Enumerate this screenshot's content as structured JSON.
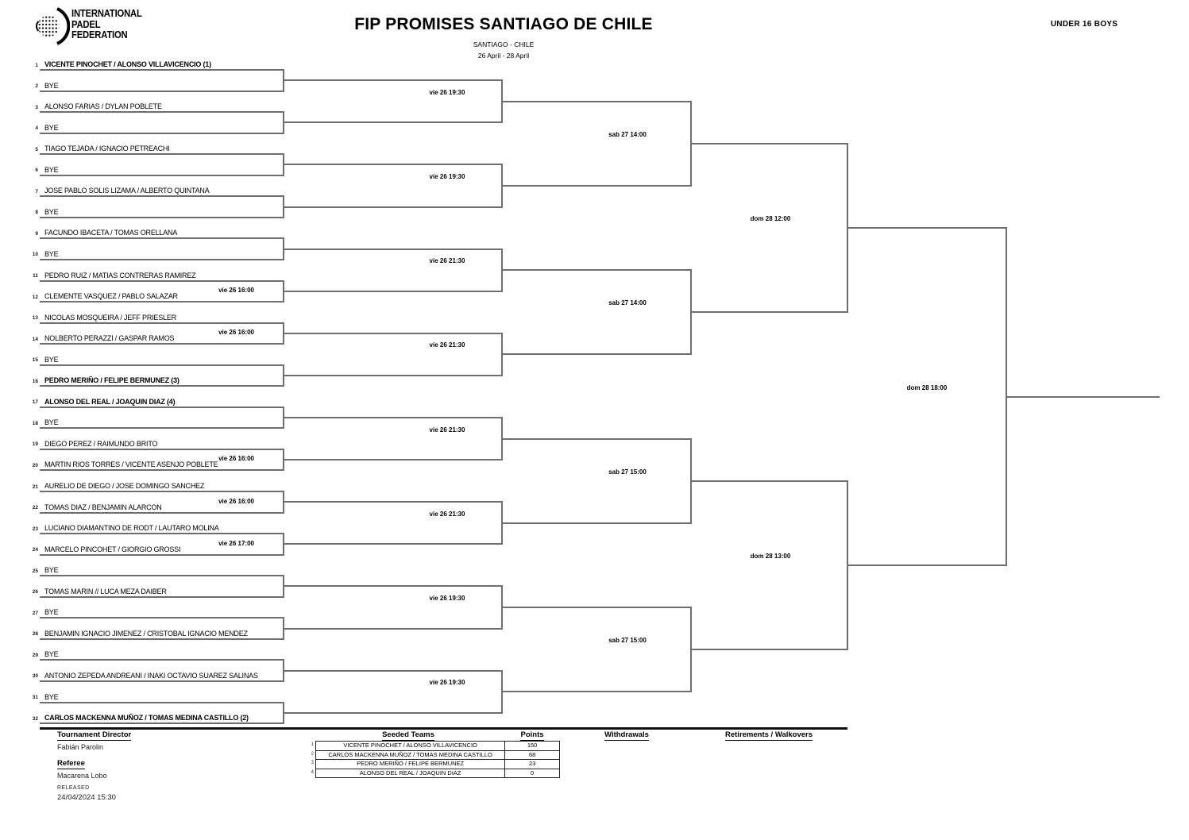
{
  "header": {
    "logo": {
      "icon": "padel-ball-icon",
      "lines": [
        "INTERNATIONAL",
        "PADEL",
        "FEDERATION"
      ]
    },
    "title": "FIP PROMISES SANTIAGO DE CHILE",
    "subtitle": "SANTIAGO - CHILE",
    "dates": "26 April - 28 April",
    "category": "UNDER 16 BOYS"
  },
  "bracket": {
    "entries": [
      {
        "n": 1,
        "name": "VICENTE PINOCHET / ALONSO VILLAVICENCIO (1)",
        "bold": true
      },
      {
        "n": 2,
        "name": "BYE",
        "bold": false
      },
      {
        "n": 3,
        "name": "ALONSO FARIAS / DYLAN POBLETE",
        "bold": false
      },
      {
        "n": 4,
        "name": "BYE",
        "bold": false
      },
      {
        "n": 5,
        "name": "TIAGO TEJADA / IGNACIO PETREACHI",
        "bold": false
      },
      {
        "n": 6,
        "name": "BYE",
        "bold": false
      },
      {
        "n": 7,
        "name": "JOSE PABLO SOLIS LIZAMA / ALBERTO QUINTANA",
        "bold": false
      },
      {
        "n": 8,
        "name": "BYE",
        "bold": false
      },
      {
        "n": 9,
        "name": "FACUNDO IBACETA / TOMAS ORELLANA",
        "bold": false
      },
      {
        "n": 10,
        "name": "BYE",
        "bold": false
      },
      {
        "n": 11,
        "name": "PEDRO RUIZ / MATIAS CONTRERAS RAMIREZ",
        "bold": false
      },
      {
        "n": 12,
        "name": "CLEMENTE VASQUEZ / PABLO SALAZAR",
        "bold": false
      },
      {
        "n": 13,
        "name": "NICOLAS MOSQUEIRA / JEFF PRIESLER",
        "bold": false
      },
      {
        "n": 14,
        "name": "NOLBERTO PERAZZI / GASPAR RAMOS",
        "bold": false
      },
      {
        "n": 15,
        "name": "BYE",
        "bold": false
      },
      {
        "n": 16,
        "name": "PEDRO MERIÑO / FELIPE BERMUNEZ (3)",
        "bold": true
      },
      {
        "n": 17,
        "name": "ALONSO DEL REAL / JOAQUIN DIAZ (4)",
        "bold": true
      },
      {
        "n": 18,
        "name": "BYE",
        "bold": false
      },
      {
        "n": 19,
        "name": "DIEGO PEREZ / RAIMUNDO BRITO",
        "bold": false
      },
      {
        "n": 20,
        "name": "MARTIN RIOS TORRES / VICENTE ASENJO POBLETE",
        "bold": false
      },
      {
        "n": 21,
        "name": "AURELIO DE DIEGO / JOSE DOMINGO SANCHEZ",
        "bold": false
      },
      {
        "n": 22,
        "name": "TOMAS DIAZ / BENJAMIN ALARCON",
        "bold": false
      },
      {
        "n": 23,
        "name": "LUCIANO DIAMANTINO DE RODT / LAUTARO MOLINA",
        "bold": false
      },
      {
        "n": 24,
        "name": "MARCELO PINCOHET / GIORGIO GROSSI",
        "bold": false
      },
      {
        "n": 25,
        "name": "BYE",
        "bold": false
      },
      {
        "n": 26,
        "name": "TOMAS MARIN // LUCA MEZA DAIBER",
        "bold": false
      },
      {
        "n": 27,
        "name": "BYE",
        "bold": false
      },
      {
        "n": 28,
        "name": "BENJAMIN IGNACIO JIMENEZ / CRISTOBAL IGNACIO MENDEZ",
        "bold": false
      },
      {
        "n": 29,
        "name": "BYE",
        "bold": false
      },
      {
        "n": 30,
        "name": "ANTONIO ZEPEDA ANDREANI / INAKI OCTAVIO SUAREZ SALINAS",
        "bold": false
      },
      {
        "n": 31,
        "name": "BYE",
        "bold": false
      },
      {
        "n": 32,
        "name": "CARLOS MACKENNA MUÑOZ / TOMAS MEDINA CASTILLO (2)",
        "bold": true
      }
    ],
    "round1_times": [
      {
        "top_entry": 11,
        "time": "vie 26 16:00"
      },
      {
        "top_entry": 13,
        "time": "vie 26 16:00"
      },
      {
        "top_entry": 19,
        "time": "vie 26 16:00"
      },
      {
        "top_entry": 21,
        "time": "vie 26 16:00"
      },
      {
        "top_entry": 23,
        "time": "vie 26 17:00"
      }
    ],
    "r16_times": [
      "vie 26 19:30",
      "vie 26 19:30",
      "vie 26 21:30",
      "vie 26 21:30",
      "vie 26 21:30",
      "vie 26 21:30",
      "vie 26 19:30",
      "vie 26 19:30"
    ],
    "qf_times": [
      "sab 27 14:00",
      "sab 27 14:00",
      "sab 27 15:00",
      "sab 27 15:00"
    ],
    "sf_times": [
      "dom 28 12:00",
      "dom 28 13:00"
    ],
    "final_time": "dom 28 18:00",
    "line_color": "#6e6e6e"
  },
  "footer": {
    "tournament_director_label": "Tournament Director",
    "tournament_director": "Fabián Parolin",
    "referee_label": "Referee",
    "referee": "Macarena Lobo",
    "released_label": "RELEASED",
    "released_value": "24/04/2024 15:30",
    "seeded_teams_label": "Seeded Teams",
    "points_label": "Points",
    "withdrawals_label": "Withdrawals",
    "retirements_label": "Retirements / Walkovers",
    "seeded_teams": [
      {
        "seed": 1,
        "team": "VICENTE PINOCHET / ALONSO VILLAVICENCIO",
        "points": "150"
      },
      {
        "seed": 2,
        "team": "CARLOS MACKENNA MUÑOZ / TOMAS MEDINA CASTILLO",
        "points": "68"
      },
      {
        "seed": 3,
        "team": "PEDRO MERIÑO / FELIPE BERMUNEZ",
        "points": "23"
      },
      {
        "seed": 4,
        "team": "ALONSO DEL REAL / JOAQUIN DIAZ",
        "points": "0"
      }
    ]
  }
}
